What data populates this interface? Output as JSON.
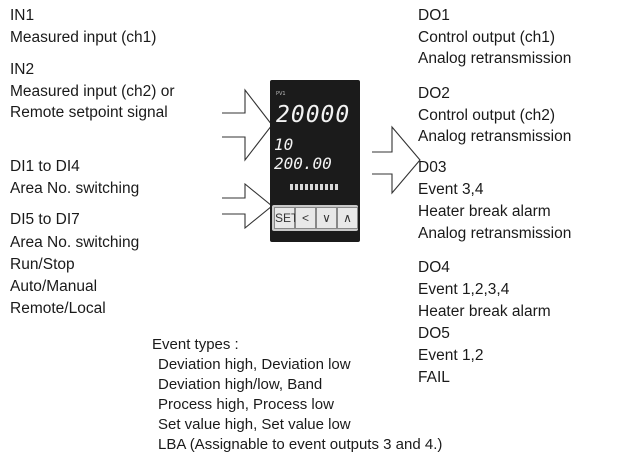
{
  "left": {
    "in1": [
      "IN1",
      "Measured input (ch1)"
    ],
    "in2": [
      "IN2",
      "Measured input (ch2) or",
      "Remote setpoint signal"
    ],
    "di1": [
      "DI1 to DI4",
      "Area No. switching"
    ],
    "di5": [
      "DI5 to DI7",
      "Area No. switching",
      "Run/Stop",
      "Auto/Manual",
      "Remote/Local"
    ]
  },
  "right": {
    "do1": [
      "DO1",
      "Control output (ch1)",
      "Analog retransmission"
    ],
    "do2": [
      "DO2",
      "Control output (ch2)",
      "Analog retransmission"
    ],
    "do3": [
      "D03",
      "Event 3,4",
      "Heater break alarm",
      "Analog retransmission"
    ],
    "do4": [
      "DO4",
      "Event 1,2,3,4",
      "Heater break alarm"
    ],
    "do5": [
      "DO5",
      "Event 1,2",
      "FAIL"
    ]
  },
  "events": [
    "Event types :",
    "Deviation high, Deviation low",
    "Deviation high/low, Band",
    "Process high, Process low",
    "Set value high, Set value low",
    "LBA (Assignable to event outputs 3 and 4.)"
  ],
  "display": {
    "pv": "20000",
    "sv_prefix": "10",
    "sv": "200.00"
  },
  "keys": [
    "SET",
    "<",
    "∨",
    "∧"
  ]
}
